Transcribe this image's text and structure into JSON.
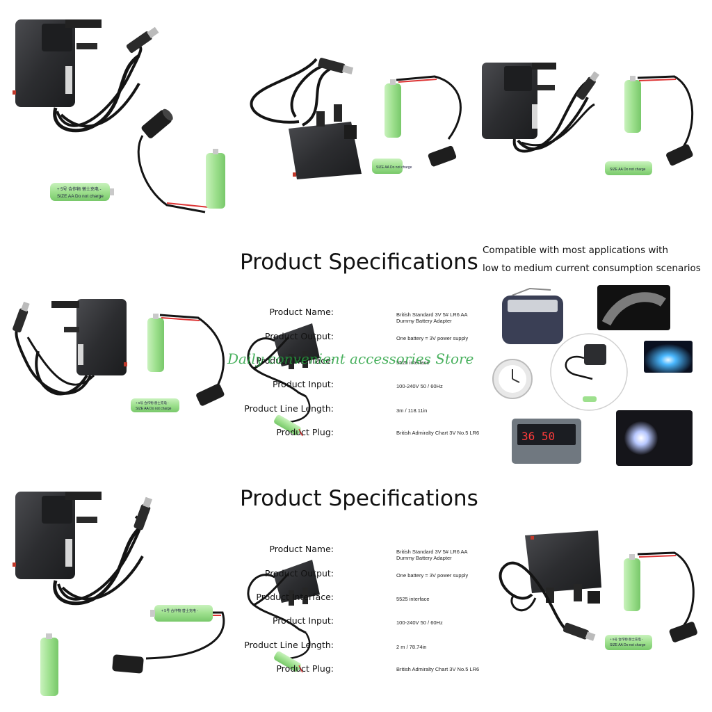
{
  "battery_label": {
    "line1": "+ 5号 合作物 替士充电 -",
    "line2": "SIZE AA Do not charge"
  },
  "panel_middle": {
    "title": "Product Specifications",
    "specs": [
      {
        "label": "Product Name:",
        "value": "British Standard 3V 5# LR6 AA Dummy Battery Adapter"
      },
      {
        "label": "Product Output:",
        "value": "One battery = 3V power supply"
      },
      {
        "label": "Product Interface:",
        "value": "5525 interface"
      },
      {
        "label": "Product Input:",
        "value": "100-240V 50 / 60Hz"
      },
      {
        "label": "Product Line Length:",
        "value": "3m / 118.11in"
      },
      {
        "label": "Product Plug:",
        "value": "British Admiralty Chart 3V No.5 LR6"
      }
    ]
  },
  "panel_bottom": {
    "title": "Product Specifications",
    "specs": [
      {
        "label": "Product Name:",
        "value": "British Standard 3V 5# LR6 AA Dummy Battery Adapter"
      },
      {
        "label": "Product Output:",
        "value": "One battery = 3V power supply"
      },
      {
        "label": "Product Interface:",
        "value": "5525 interface"
      },
      {
        "label": "Product Input:",
        "value": "100-240V 50 / 60Hz"
      },
      {
        "label": "Product Line Length:",
        "value": "2 m / 78.74in"
      },
      {
        "label": "Product Plug:",
        "value": "British Admiralty Chart 3V No.5 LR6"
      }
    ]
  },
  "compat": {
    "line1": "Compatible with most applications with",
    "line2": "low to medium current consumption scenarios",
    "clock_display": "36 50"
  },
  "watermark": "Daily convenient accessories Store",
  "colors": {
    "adapter_body": "#2c2d30",
    "cable": "#141414",
    "battery": "#9ee08e",
    "watermark": "#22a03c"
  }
}
